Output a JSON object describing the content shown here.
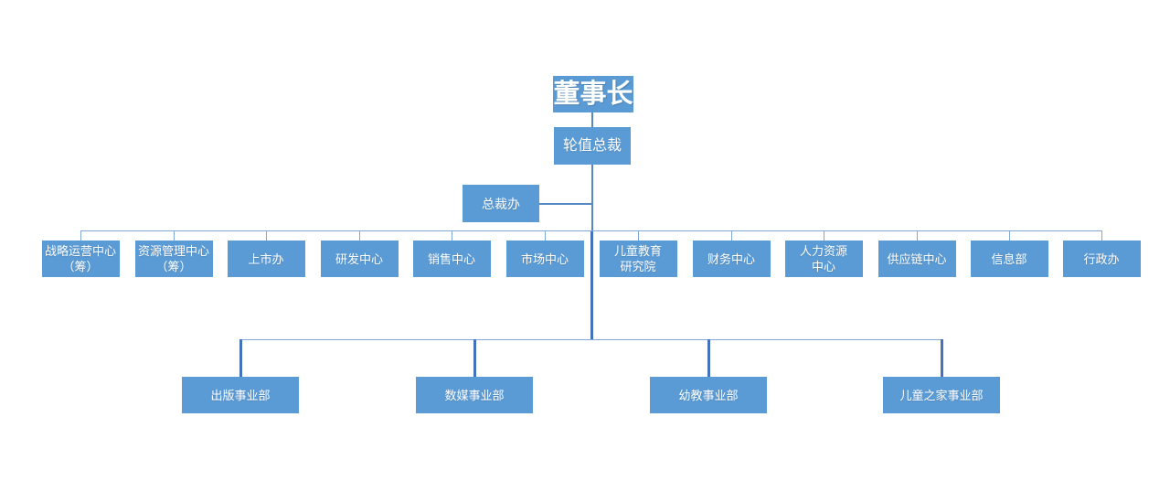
{
  "colors": {
    "box_fill": "#5b9bd5",
    "line_light": "#7fa8d9",
    "line_mid": "#5688c4",
    "line_dark": "#4573b9",
    "text_color": "#ffffff"
  },
  "org": {
    "chairman": {
      "label": "董事长"
    },
    "rotating_president": {
      "label": "轮值总裁"
    },
    "president_office": {
      "label": "总裁办"
    },
    "departments": [
      {
        "label": "战略运营中心\n（筹）"
      },
      {
        "label": "资源管理中心\n（筹）"
      },
      {
        "label": "上市办"
      },
      {
        "label": "研发中心"
      },
      {
        "label": "销售中心"
      },
      {
        "label": "市场中心"
      },
      {
        "label": "儿童教育\n研究院"
      },
      {
        "label": "财务中心"
      },
      {
        "label": "人力资源\n中心"
      },
      {
        "label": "供应链中心"
      },
      {
        "label": "信息部"
      },
      {
        "label": "行政办"
      }
    ],
    "divisions": [
      {
        "label": "出版事业部"
      },
      {
        "label": "数媒事业部"
      },
      {
        "label": "幼教事业部"
      },
      {
        "label": "儿童之家事业部"
      }
    ]
  }
}
